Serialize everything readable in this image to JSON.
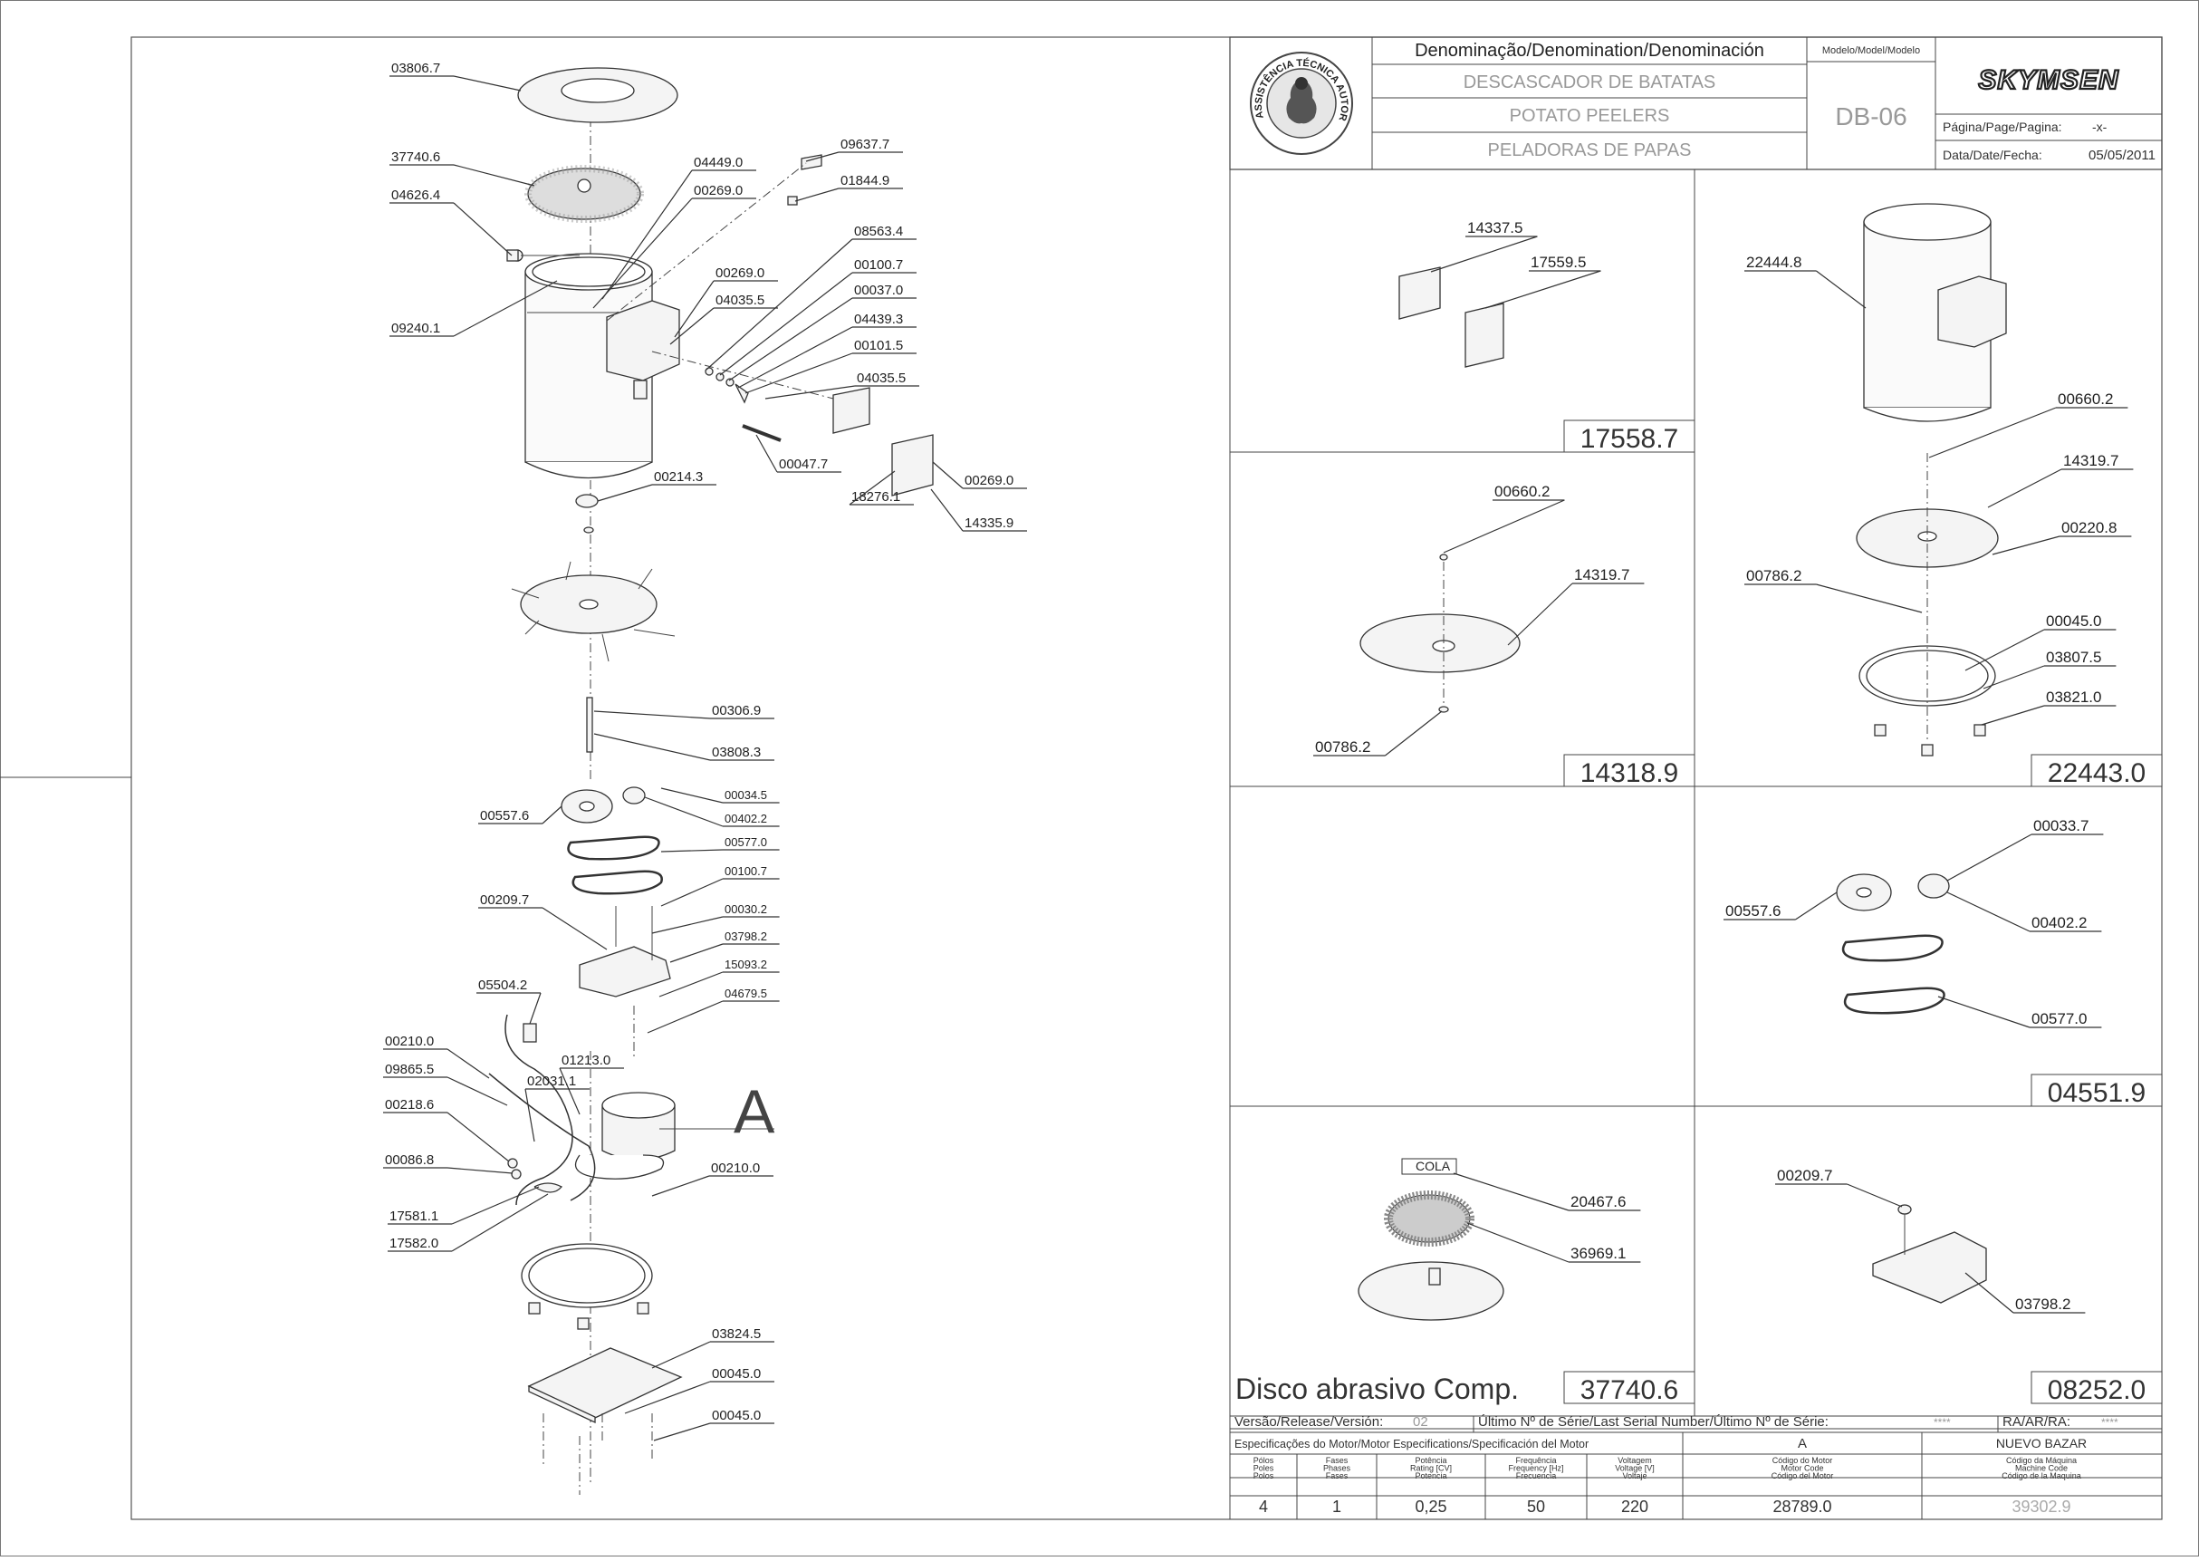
{
  "header": {
    "denomination_label": "Denominação/Denomination/Denominación",
    "name_pt": "DESCASCADOR DE BATATAS",
    "name_en": "POTATO PEELERS",
    "name_es": "PELADORAS DE PAPAS",
    "model_label": "Modelo/Model/Modelo",
    "model": "DB-06",
    "brand": "SKYMSEN",
    "page_label": "Página/Page/Pagina:",
    "page_value": "-x-",
    "date_label": "Data/Date/Fecha:",
    "date_value": "05/05/2011",
    "seal_text": "ASSISTÊNCIA TÉCNICA AUTORIZADA"
  },
  "main_assembly": {
    "labels": [
      "03806.7",
      "37740.6",
      "04626.4",
      "09240.1",
      "04449.0",
      "00269.0",
      "09637.7",
      "01844.9",
      "08563.4",
      "00269.0",
      "00100.7",
      "04035.5",
      "00037.0",
      "04439.3",
      "00101.5",
      "04035.5",
      "00047.7",
      "00269.0",
      "18276.1",
      "14335.9",
      "00214.3",
      "00306.9",
      "03808.3",
      "00557.6",
      "00034.5",
      "00402.2",
      "00577.0",
      "00100.7",
      "00209.7",
      "00030.2",
      "03798.2",
      "15093.2",
      "04679.5",
      "05504.2",
      "00210.0",
      "09865.5",
      "02031.1",
      "01213.0",
      "00218.6",
      "00086.8",
      "00210.0",
      "17581.1",
      "17582.0",
      "03824.5",
      "00045.0",
      "00045.0"
    ],
    "callout": "A"
  },
  "kits": [
    {
      "code": "17558.7",
      "labels": [
        "14337.5",
        "17559.5"
      ]
    },
    {
      "code": "14318.9",
      "labels": [
        "00660.2",
        "14319.7",
        "00786.2"
      ]
    },
    {
      "code": "22443.0",
      "labels": [
        "22444.8",
        "00660.2",
        "14319.7",
        "00220.8",
        "00786.2",
        "00045.0",
        "03807.5",
        "03821.0"
      ]
    },
    {
      "code": "04551.9",
      "labels": [
        "00033.7",
        "00557.6",
        "00402.2",
        "00577.0"
      ]
    },
    {
      "code": "37740.6",
      "title": "Disco abrasivo Comp.",
      "labels": [
        "COLA",
        "20467.6",
        "36969.1"
      ]
    },
    {
      "code": "08252.0",
      "labels": [
        "00209.7",
        "03798.2"
      ]
    }
  ],
  "footer": {
    "version_label": "Versão/Release/Versión:",
    "version_value": "02",
    "serial_label": "Último Nº de Série/Last Serial Number/Último Nº de Série:",
    "serial_value": "****",
    "ra_label": "RA/AR/RA:",
    "ra_value": "****",
    "motor_spec_label": "Especificações do Motor/Motor Especifications/Specificación del Motor",
    "motor_spec_value": "A",
    "client": "NUEVO BAZAR",
    "columns": [
      {
        "h": [
          "Pólos",
          "Poles",
          "Polos"
        ],
        "v": "4"
      },
      {
        "h": [
          "Fases",
          "Phases",
          "Fases"
        ],
        "v": "1"
      },
      {
        "h": [
          "Potência",
          "Rating [CV]",
          "Potencia"
        ],
        "v": "0,25"
      },
      {
        "h": [
          "Frequência",
          "Frequency [Hz]",
          "Frecuencia"
        ],
        "v": "50"
      },
      {
        "h": [
          "Voltagem",
          "Voltage [V]",
          "Voltaje"
        ],
        "v": "220"
      },
      {
        "h": [
          "Código do Motor",
          "Motor Code",
          "Código del Motor"
        ],
        "v": "28789.0"
      },
      {
        "h": [
          "Código da Máquina",
          "Machine Code",
          "Código de la Maquina"
        ],
        "v": "39302.9"
      }
    ]
  }
}
